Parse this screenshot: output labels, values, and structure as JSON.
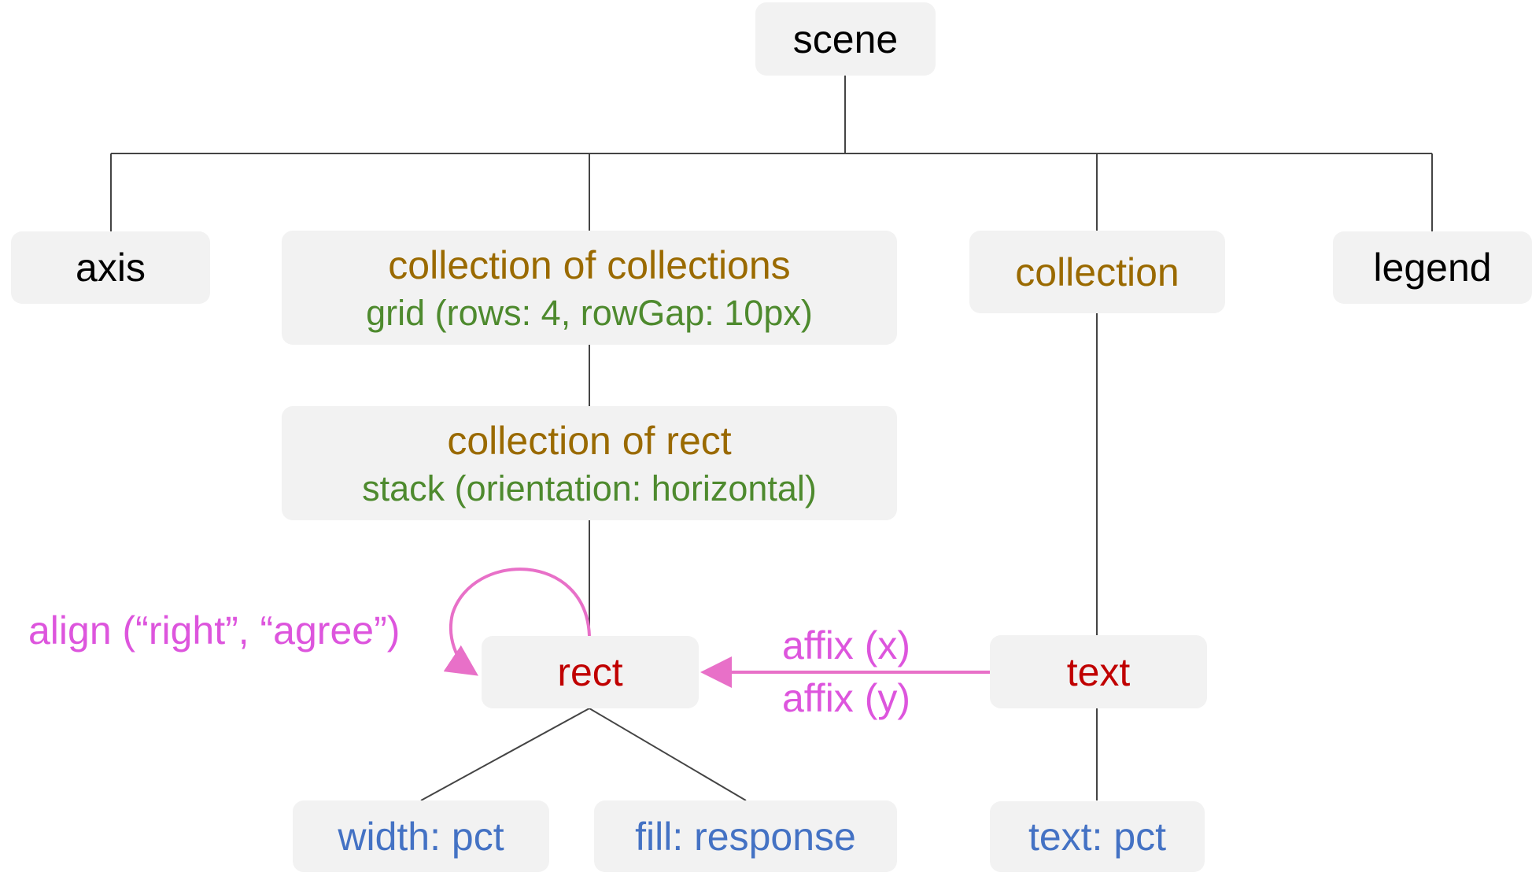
{
  "diagram": {
    "type": "tree",
    "colors": {
      "node_bg": "#f2f2f2",
      "root_text": "#000000",
      "collection_text": "#9a6a00",
      "layout_text": "#4e8a2e",
      "mark_text": "#c00000",
      "encoding_text": "#4472c4",
      "relation": "#e870c8",
      "relation_text": "#dd55dd",
      "edge": "#444444"
    },
    "nodes": {
      "scene": {
        "label": "scene"
      },
      "axis": {
        "label": "axis"
      },
      "collection_of_collections": {
        "label": "collection of collections",
        "layout": "grid (rows: 4, rowGap: 10px)"
      },
      "collection": {
        "label": "collection"
      },
      "legend": {
        "label": "legend"
      },
      "collection_of_rect": {
        "label": "collection of rect",
        "layout": "stack (orientation: horizontal)"
      },
      "rect": {
        "label": "rect"
      },
      "text": {
        "label": "text"
      },
      "width_encoding": {
        "label": "width: pct"
      },
      "fill_encoding": {
        "label": "fill: response"
      },
      "text_encoding": {
        "label": "text: pct"
      }
    },
    "edges": [
      [
        "scene",
        "axis"
      ],
      [
        "scene",
        "collection_of_collections"
      ],
      [
        "scene",
        "collection"
      ],
      [
        "scene",
        "legend"
      ],
      [
        "collection_of_collections",
        "collection_of_rect"
      ],
      [
        "collection_of_rect",
        "rect"
      ],
      [
        "collection",
        "text"
      ],
      [
        "rect",
        "width_encoding"
      ],
      [
        "rect",
        "fill_encoding"
      ],
      [
        "text",
        "text_encoding"
      ]
    ],
    "relations": {
      "align": {
        "label": "align (“right”, “agree”)",
        "from": "rect",
        "to": "rect"
      },
      "affix_x": {
        "label": "affix (x)",
        "from": "text",
        "to": "rect"
      },
      "affix_y": {
        "label": "affix (y)",
        "from": "text",
        "to": "rect"
      }
    }
  }
}
